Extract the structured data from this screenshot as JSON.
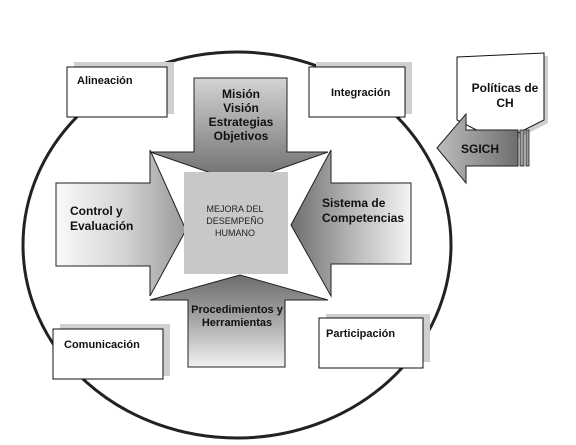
{
  "center": {
    "lines": [
      "MEJORA DEL",
      "DESEMPEÑO",
      "HUMANO"
    ]
  },
  "arrows": {
    "top": [
      "Misión",
      "Visión",
      "Estrategias",
      "Objetivos"
    ],
    "left": [
      "Control y",
      "Evaluación"
    ],
    "right": [
      "Sistema de",
      "Competencias"
    ],
    "bottom": [
      "Procedimientos y",
      "Herramientas"
    ]
  },
  "boxes": {
    "alineacion": "Alineación",
    "integracion": "Integración",
    "comunicacion": "Comunicación",
    "participacion": "Participación"
  },
  "external": {
    "policy": [
      "Políticas de",
      "CH"
    ],
    "sgich": "SGICH"
  }
}
